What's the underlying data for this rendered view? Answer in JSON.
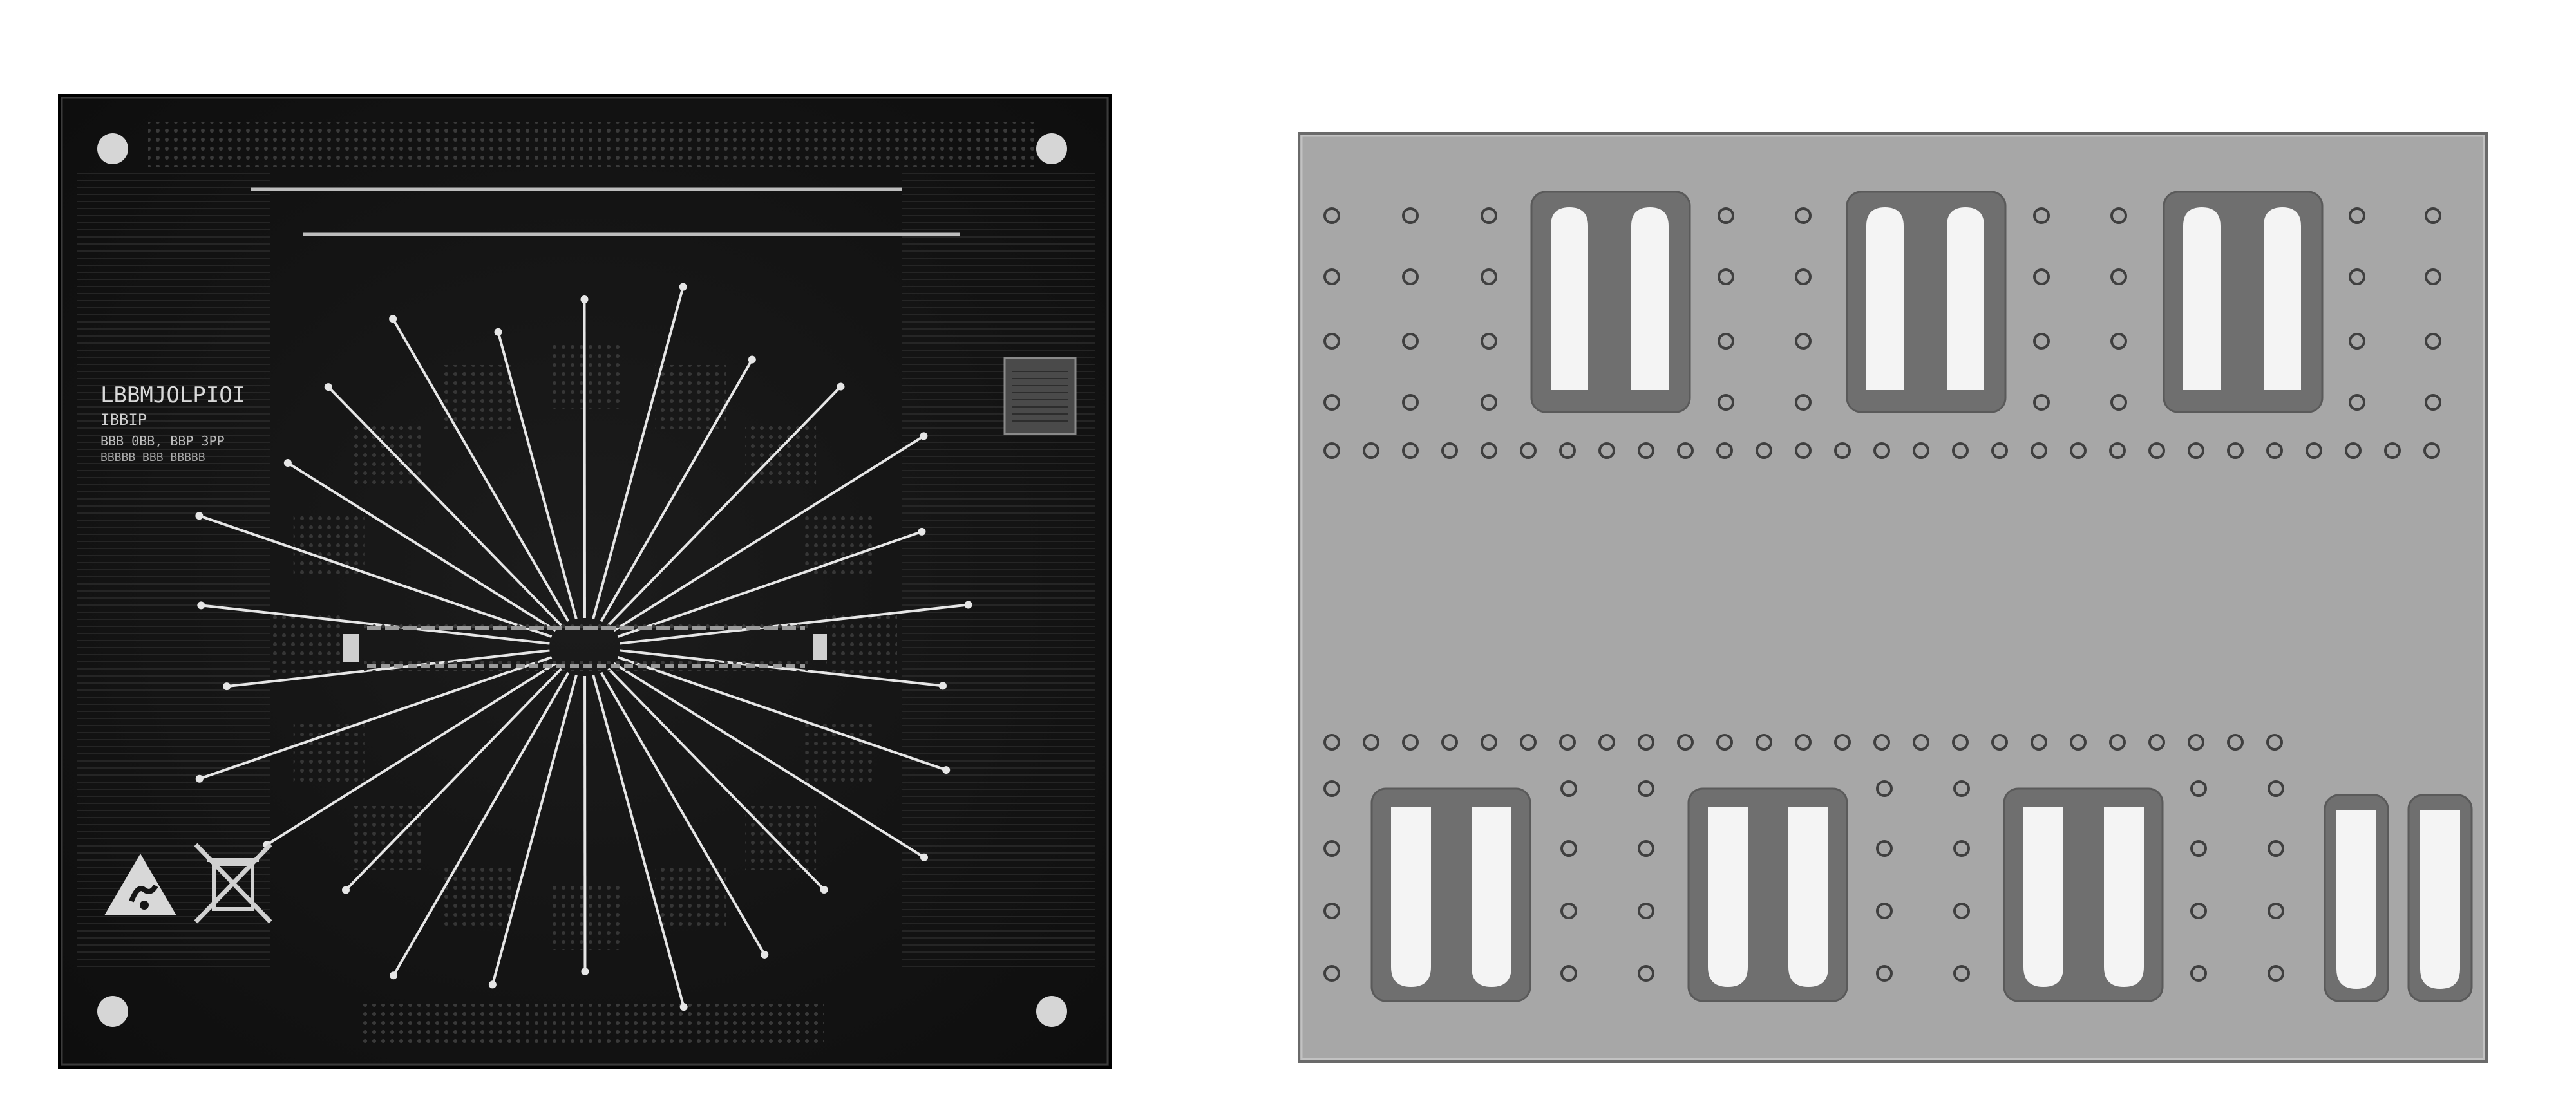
{
  "scene": {
    "background": "#ffffff"
  },
  "left_board": {
    "name": "probe-card-pcb",
    "color": "#151515",
    "trace_color": "#e6e6e6",
    "marking_color": "#d9d9d9",
    "silkscreen": {
      "line1": "LBBMJOLPIOI",
      "line2": "IBBIP",
      "line3": "BBB 0BB, BBP 3PP",
      "line4": "BBBBB BBB BBBBB"
    },
    "icons": [
      "esd-warning-icon",
      "weee-crossed-bin-icon"
    ],
    "corner_pads": 4,
    "radial_traces": 26
  },
  "right_board": {
    "name": "grey-fixture-plate",
    "color": "#a7a7a7",
    "slot_color": "#6f6f6f",
    "contact_color": "#f4f4f4",
    "top_slot_count": 3,
    "bottom_slot_count": 3,
    "bottom_narrow_slot_count": 2
  }
}
